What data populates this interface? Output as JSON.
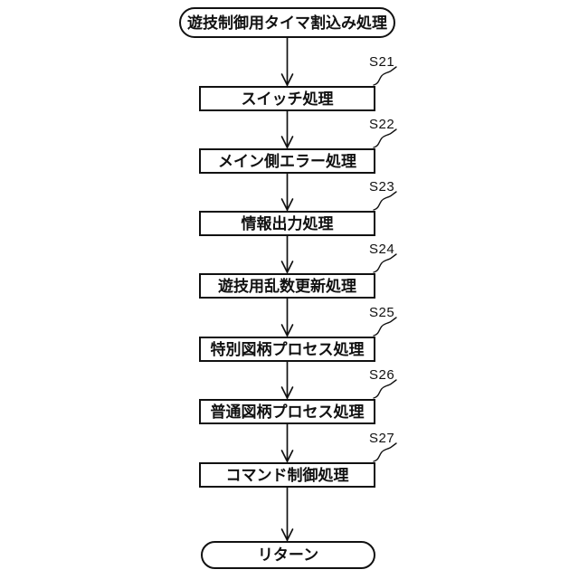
{
  "flowchart": {
    "start_label": "遊技制御用タイマ割込み処理",
    "end_label": "リターン",
    "steps": [
      {
        "id": "S21",
        "label": "スイッチ処理"
      },
      {
        "id": "S22",
        "label": "メイン側エラー処理"
      },
      {
        "id": "S23",
        "label": "情報出力処理"
      },
      {
        "id": "S24",
        "label": "遊技用乱数更新処理"
      },
      {
        "id": "S25",
        "label": "特別図柄プロセス処理"
      },
      {
        "id": "S26",
        "label": "普通図柄プロセス処理"
      },
      {
        "id": "S27",
        "label": "コマンド制御処理"
      }
    ],
    "colors": {
      "stroke": "#111111",
      "background": "#ffffff"
    }
  }
}
